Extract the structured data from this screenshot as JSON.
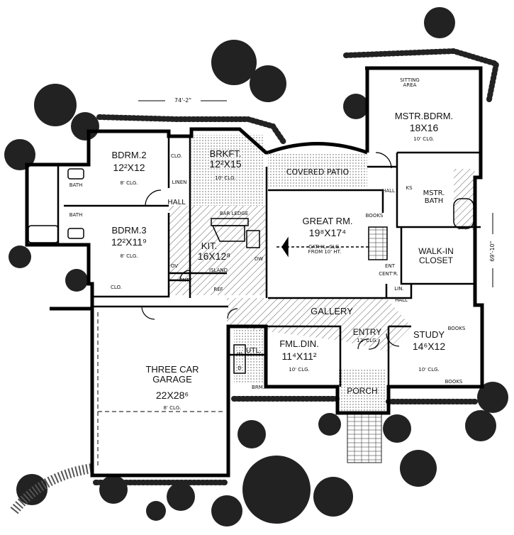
{
  "rooms": {
    "sitting": {
      "name": "SITTING\nAREA"
    },
    "master_bedroom": {
      "name": "MSTR.BDRM.",
      "dims": "18X16",
      "note": "10' CLG."
    },
    "bedroom2": {
      "name": "BDRM.2",
      "dims": "12²X12",
      "note": "8' CLG."
    },
    "bedroom3": {
      "name": "BDRM.3",
      "dims": "12²X11⁹",
      "note": "8' CLG."
    },
    "breakfast": {
      "name": "BRKFT.",
      "dims": "12²X15",
      "note": "10' CLG."
    },
    "covered_patio": {
      "name": "COVERED PATIO"
    },
    "great_room": {
      "name": "GREAT RM.",
      "dims": "19⁸X17⁴",
      "note": "CATH'L. CLG.\nFROM 10' HT."
    },
    "kitchen": {
      "name": "KIT.",
      "dims": "16X12⁸",
      "note": "ISLAND"
    },
    "bar_ledge": {
      "name": "BAR LEDGE"
    },
    "master_bath": {
      "name": "MSTR.\nBATH"
    },
    "walk_in_closet": {
      "name": "WALK-IN\nCLOSET"
    },
    "gallery": {
      "name": "GALLERY"
    },
    "entry": {
      "name": "ENTRY",
      "note": "12' CLG."
    },
    "formal_dining": {
      "name": "FML.DIN.",
      "dims": "11⁴X11²",
      "note": "10' CLG."
    },
    "study": {
      "name": "STUDY",
      "dims": "14⁶X12",
      "note": "10' CLG."
    },
    "garage": {
      "name": "THREE CAR\nGARAGE",
      "dims": "22X28⁶",
      "note": "8' CLG."
    },
    "porch": {
      "name": "PORCH"
    },
    "utility": {
      "name": "UTL."
    }
  },
  "small_labels": {
    "bath_upper": "BATH",
    "bath_lower": "BATH",
    "hall_bedrooms": "HALL",
    "linen": "LINEN",
    "clo_bdrm2": "CLO.",
    "clo_bdrm3": "CLO.",
    "ov": "OV",
    "pnty": "PNTY",
    "ref": "REF",
    "dw": "DW",
    "books_great": "BOOKS",
    "ent": "ENT",
    "centr": "CENT'R.",
    "hall_master": "HALL",
    "ks": "KS",
    "lin": "LIN.",
    "hall_lower": "HALL",
    "books_study_top": "BOOKS",
    "books_study_bottom": "BOOKS",
    "washer": "W",
    "dryer": "D",
    "brm": "BRM."
  },
  "dimensions": {
    "width": "74'-2\"",
    "depth": "69'-10\""
  }
}
